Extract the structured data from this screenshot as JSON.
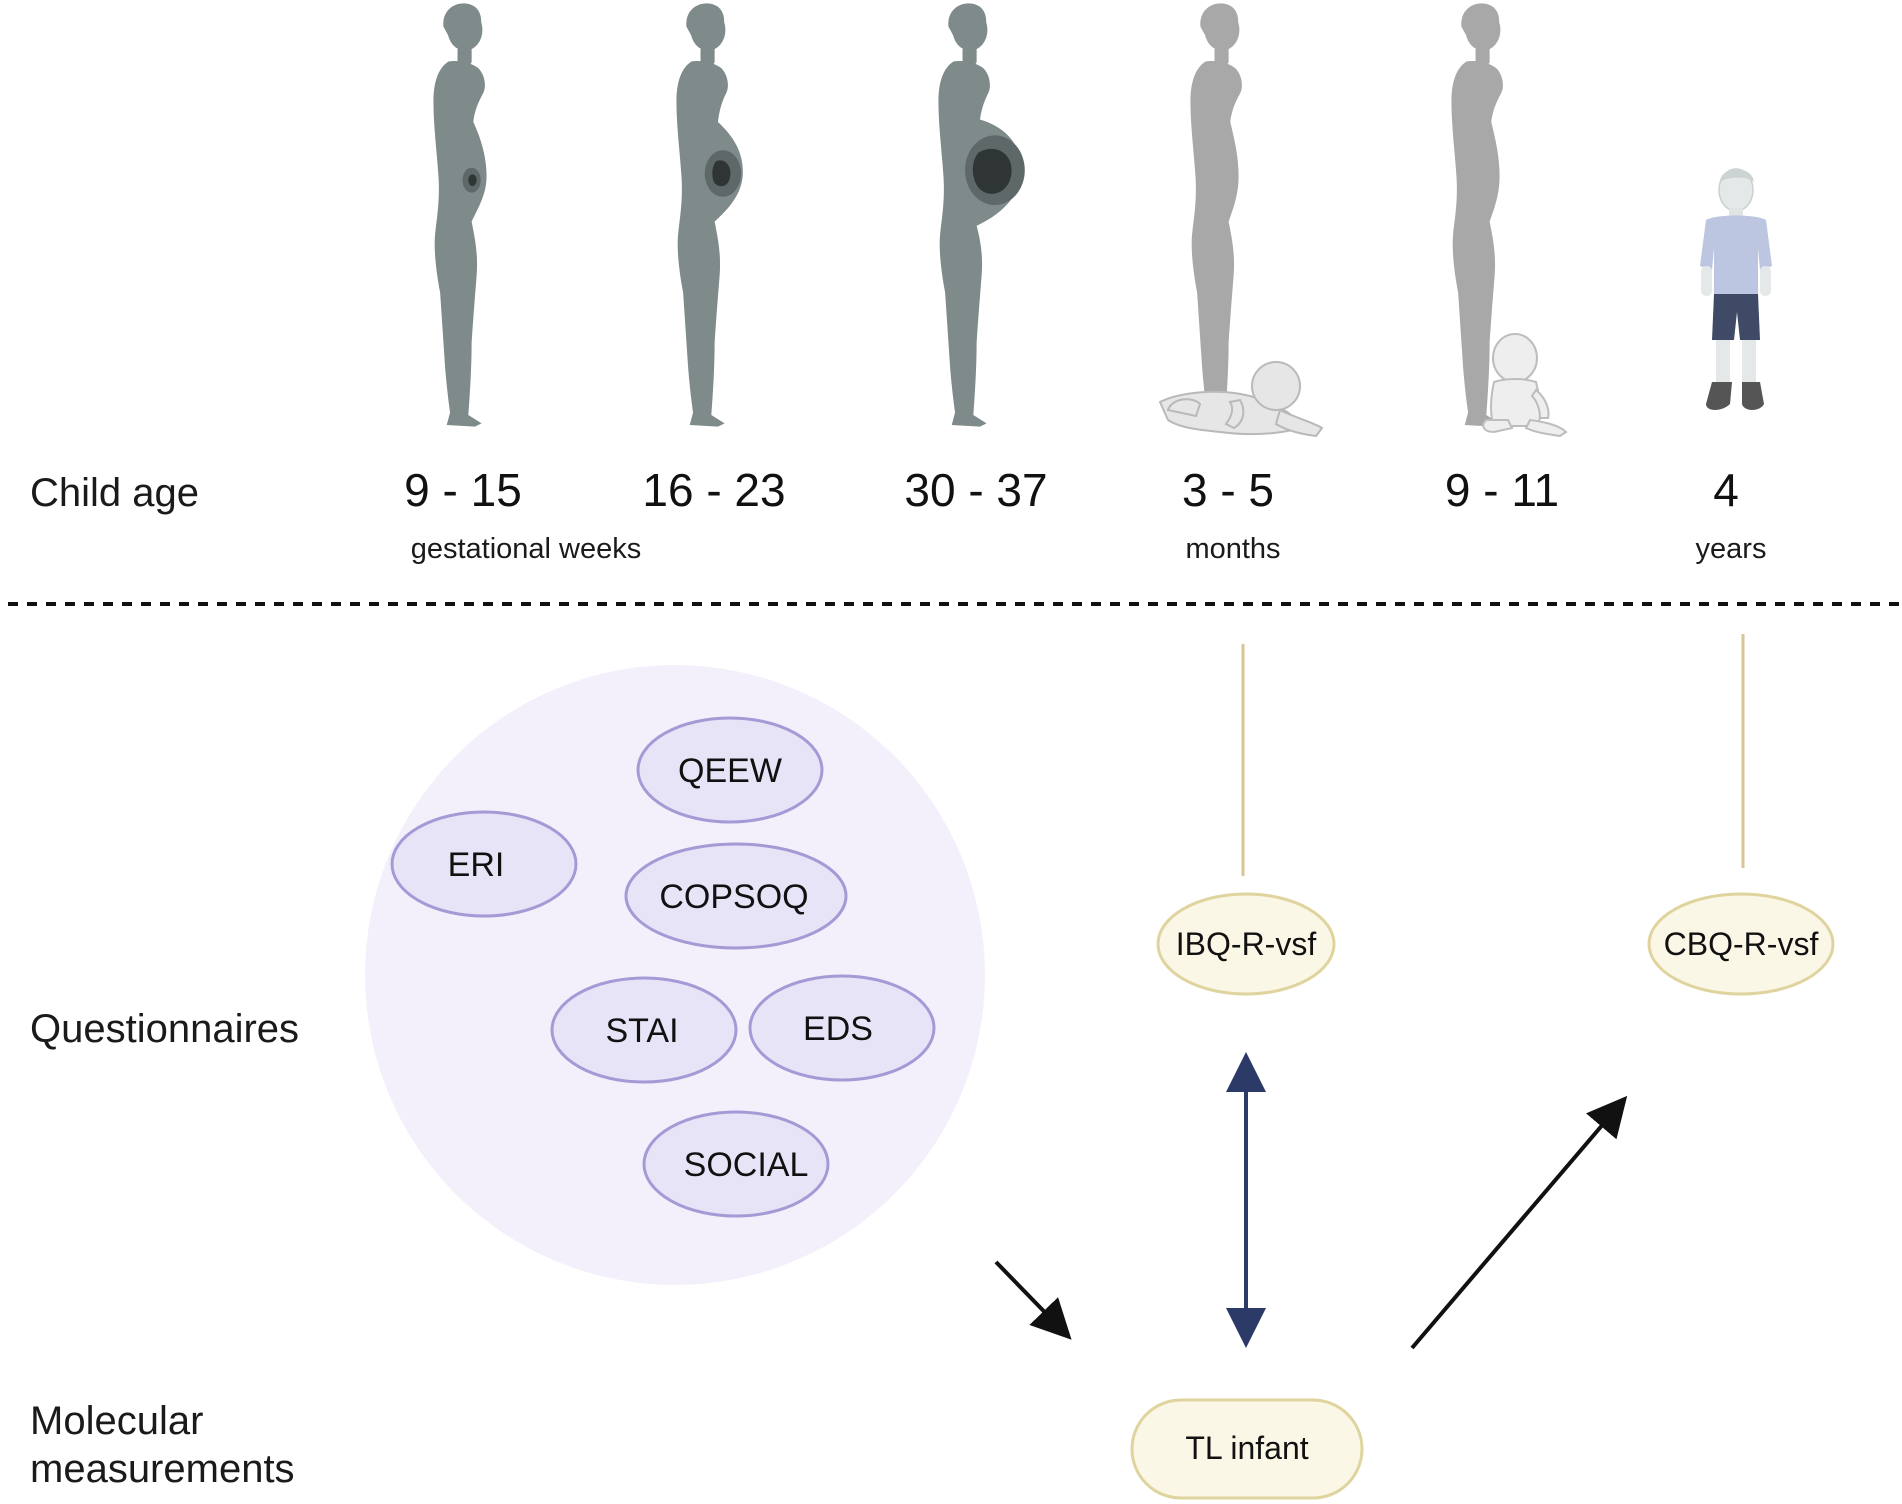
{
  "row_labels": {
    "child_age": "Child age",
    "questionnaires": "Questionnaires",
    "molecular_line1": "Molecular",
    "molecular_line2": "measurements"
  },
  "timepoints": [
    {
      "range": "9 - 15",
      "figure": "pregnant-early"
    },
    {
      "range": "16 - 23",
      "figure": "pregnant-mid"
    },
    {
      "range": "30 - 37",
      "figure": "pregnant-late"
    },
    {
      "range": "3 - 5",
      "figure": "mother-with-crawling-infant"
    },
    {
      "range": "9 - 11",
      "figure": "mother-with-sitting-infant"
    },
    {
      "range": "4",
      "figure": "child"
    }
  ],
  "units": {
    "gestational": "gestational weeks",
    "months": "months",
    "years": "years"
  },
  "maternal_questionnaires": [
    "QEEW",
    "ERI",
    "COPSOQ",
    "STAI",
    "EDS",
    "SOCIAL"
  ],
  "child_questionnaires": {
    "infant": "IBQ-R-vsf",
    "child": "CBQ-R-vsf"
  },
  "molecular": {
    "node": "TL infant"
  },
  "colors": {
    "silhouette_pregnant": "#7f8a8a",
    "silhouette_postnatal": "#a8a8a8",
    "questionnaire_bubble_fill": "#f4f0fb",
    "questionnaire_ellipse_fill": "#e8e4f7",
    "questionnaire_ellipse_stroke": "#a69ad6",
    "child_node_fill": "#fbf7e6",
    "child_node_stroke": "#e0d49e",
    "tan_line": "#d8c597",
    "double_arrow": "#2b3a67",
    "arrow": "#111111"
  }
}
